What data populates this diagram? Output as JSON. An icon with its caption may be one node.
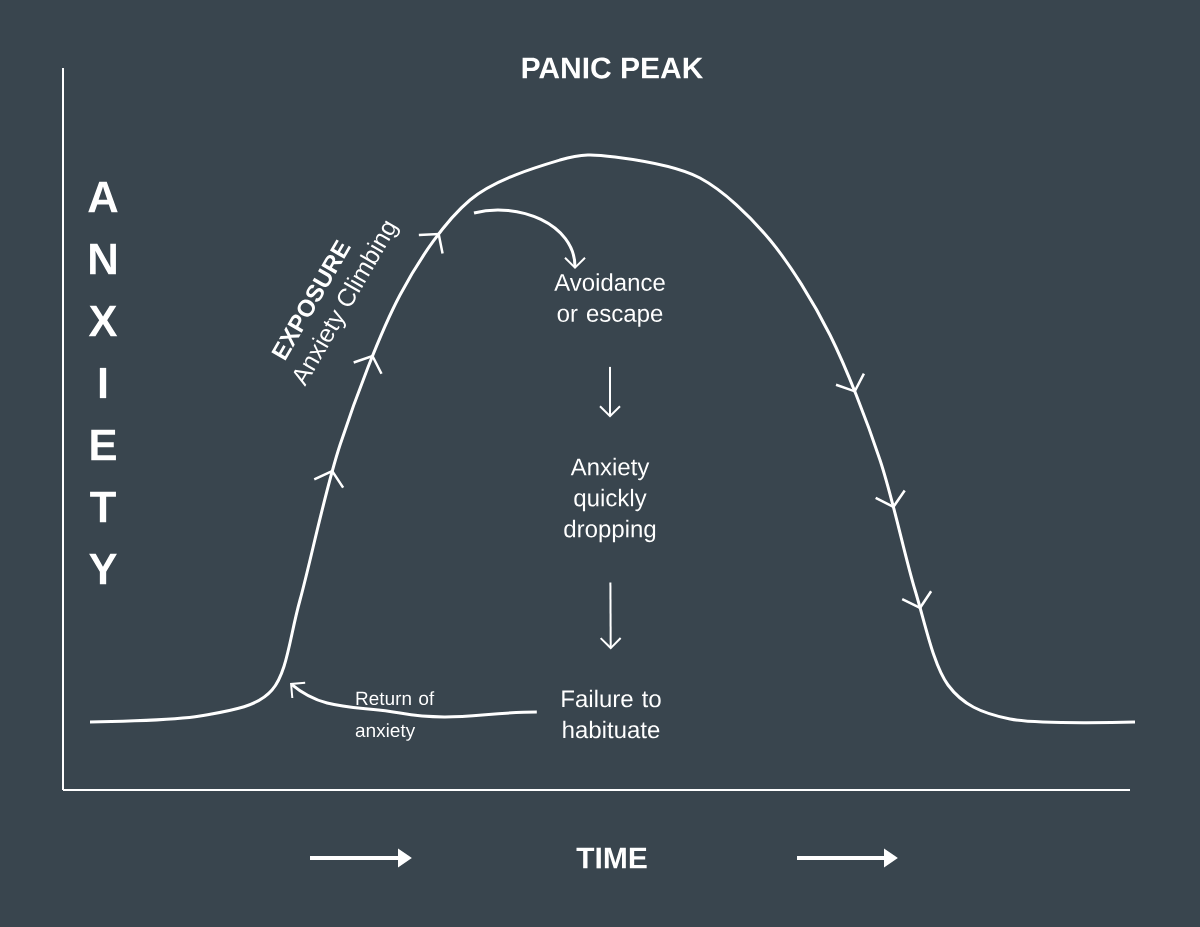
{
  "diagram": {
    "title": "PANIC PEAK",
    "nodes": [
      {
        "text": [
          "Avoidance or escape"
        ]
      },
      {
        "text": [
          "Anxiety quickly dropping"
        ]
      },
      {
        "text": [
          "Failure to habituate"
        ]
      }
    ],
    "edges": [
      {
        "from": null,
        "to": 0,
        "arrow": "to"
      },
      {
        "from": 0,
        "to": 1,
        "arrow": "to"
      },
      {
        "from": 1,
        "to": 2,
        "arrow": "to"
      },
      {
        "from": 2,
        "to": null,
        "arrow": "to",
        "label": "Return of anxiety"
      }
    ],
    "labels": [
      "ANXIETY",
      "EXPOSURE",
      "Anxiety Climbing",
      "TIME"
    ]
  }
}
